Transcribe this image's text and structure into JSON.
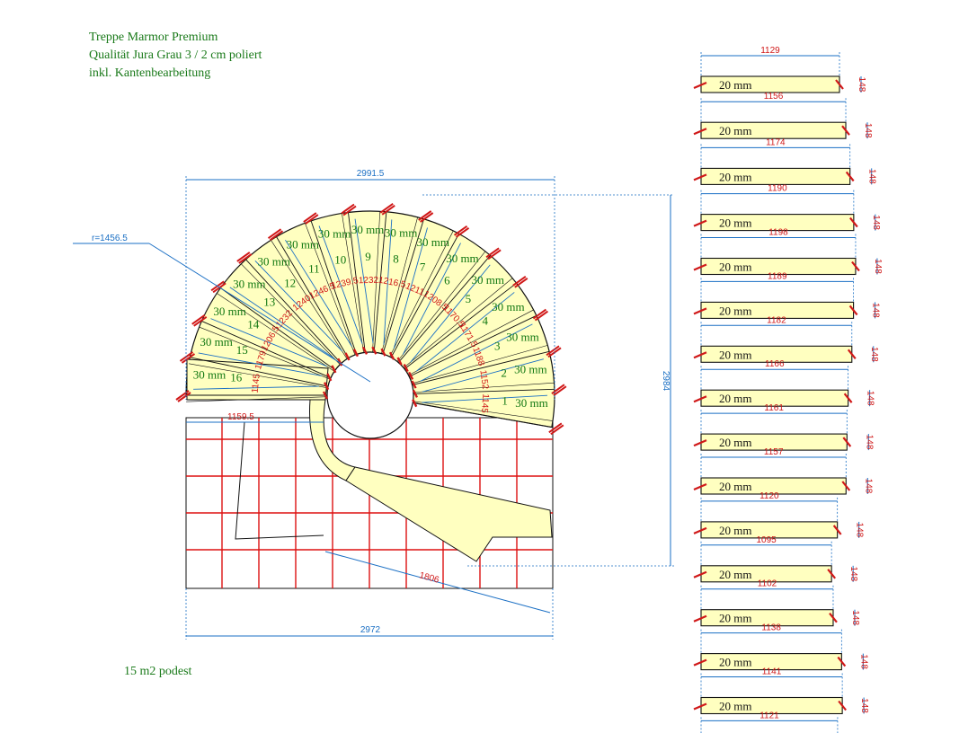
{
  "header": {
    "line1": "Treppe Marmor Premium",
    "line2": "Qualität Jura Grau 3 / 2 cm poliert",
    "line3": "inkl. Kantenbearbeitung"
  },
  "footnote": "15 m2 podest",
  "plan": {
    "width_top": "2991.5",
    "width_bottom": "2972",
    "height_right": "2984",
    "radius": "r=1456.5",
    "landing_width": "1159.5",
    "diag_1806": "1806",
    "tread_thickness": "30 mm",
    "step_numbers": [
      "1",
      "2",
      "3",
      "4",
      "5",
      "6",
      "7",
      "8",
      "9",
      "10",
      "11",
      "12",
      "13",
      "14",
      "15",
      "16"
    ],
    "tread_lengths": [
      "1145",
      "1152",
      "1188",
      "1171.5",
      "1170.5",
      "1208.5",
      "1211",
      "1216.5",
      "1232",
      "1239.5",
      "1246.5",
      "1240",
      "1232",
      "1206.5",
      "1179",
      "1145"
    ]
  },
  "colors": {
    "tread_fill": "#ffffc0",
    "outline": "#111111",
    "dimension_blue": "#1a6fc4",
    "dimension_red": "#d01818",
    "text_green": "#117711",
    "grid_red": "#dd1111"
  },
  "risers": [
    {
      "length": "1129",
      "thickness": "20 mm",
      "height": "148"
    },
    {
      "length": "1156",
      "thickness": "20 mm",
      "height": "148"
    },
    {
      "length": "1174",
      "thickness": "20 mm",
      "height": "148"
    },
    {
      "length": "1190",
      "thickness": "20 mm",
      "height": "148"
    },
    {
      "length": "1198",
      "thickness": "20 mm",
      "height": "148"
    },
    {
      "length": "1189",
      "thickness": "20 mm",
      "height": "148"
    },
    {
      "length": "1182",
      "thickness": "20 mm",
      "height": "148"
    },
    {
      "length": "1166",
      "thickness": "20 mm",
      "height": "148"
    },
    {
      "length": "1161",
      "thickness": "20 mm",
      "height": "148"
    },
    {
      "length": "1157",
      "thickness": "20 mm",
      "height": "148"
    },
    {
      "length": "1120",
      "thickness": "20 mm",
      "height": "148"
    },
    {
      "length": "1095",
      "thickness": "20 mm",
      "height": "148"
    },
    {
      "length": "1102",
      "thickness": "20 mm",
      "height": "148"
    },
    {
      "length": "1138",
      "thickness": "20 mm",
      "height": "148"
    },
    {
      "length": "1141",
      "thickness": "20 mm",
      "height": "148"
    },
    {
      "length": "1121",
      "thickness": "20 mm",
      "height": "148"
    }
  ]
}
